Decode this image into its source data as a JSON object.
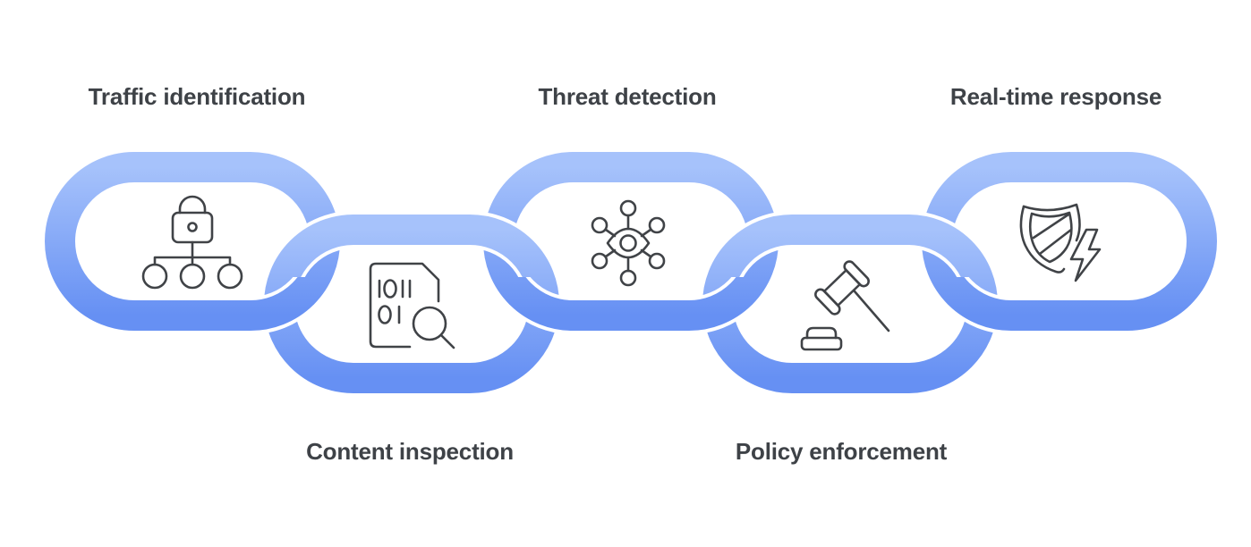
{
  "diagram": {
    "type": "chain-process",
    "links": [
      {
        "label": "Traffic identification",
        "label_position": "top",
        "icon": "lock-hierarchy-icon"
      },
      {
        "label": "Content inspection",
        "label_position": "bottom",
        "icon": "document-search-icon"
      },
      {
        "label": "Threat detection",
        "label_position": "top",
        "icon": "eye-network-icon"
      },
      {
        "label": "Policy enforcement",
        "label_position": "bottom",
        "icon": "gavel-icon"
      },
      {
        "label": "Real-time response",
        "label_position": "top",
        "icon": "shield-bolt-icon"
      }
    ],
    "colors": {
      "background": "#ffffff",
      "link_gradient_top": "#a6c2fb",
      "link_gradient_bottom": "#6690f3",
      "link_outline": "#ffffff",
      "icon_stroke": "#404347",
      "label_text": "#3e4247"
    }
  }
}
